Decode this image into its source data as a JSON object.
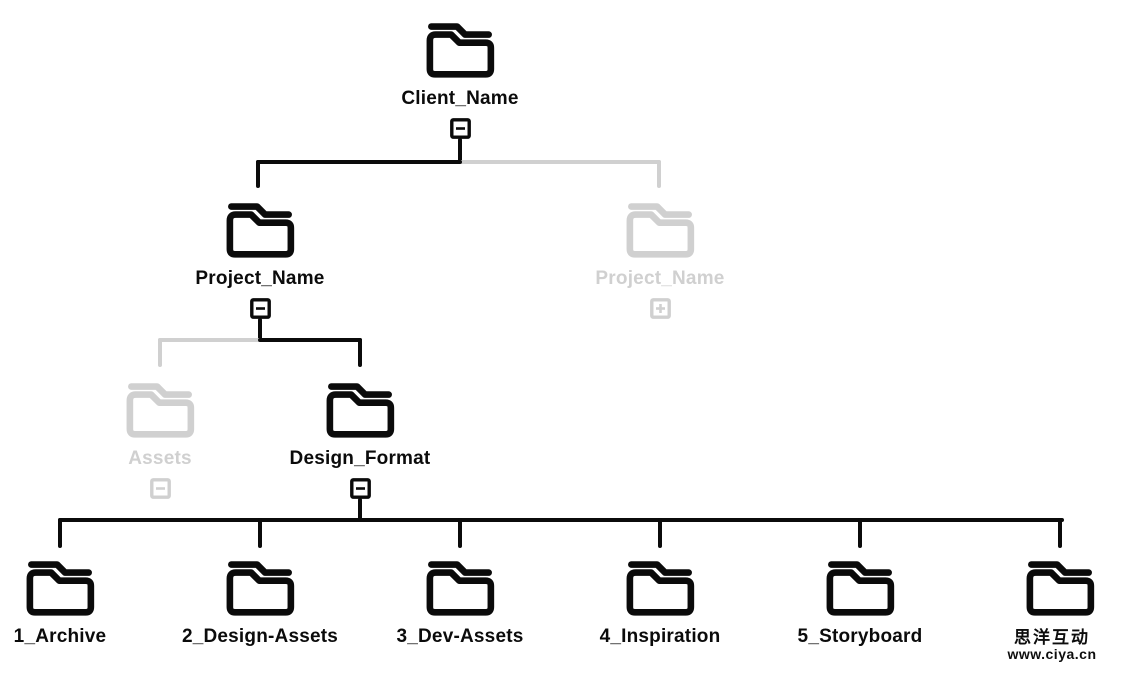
{
  "palette": {
    "background": "#ffffff",
    "ink": "#0b0b0b",
    "dimmed": "#d0d0d0"
  },
  "diagram": {
    "type": "folder-structure-tree",
    "nodes": {
      "client": {
        "label": "Client_Name",
        "toggle": "minus",
        "dimmed": false
      },
      "project_open": {
        "label": "Project_Name",
        "toggle": "minus",
        "dimmed": false
      },
      "project_collapsed": {
        "label": "Project_Name",
        "toggle": "plus",
        "dimmed": true
      },
      "assets": {
        "label": "Assets",
        "toggle": "minus",
        "dimmed": true
      },
      "design_format": {
        "label": "Design_Format",
        "toggle": "minus",
        "dimmed": false
      },
      "subfolders": [
        {
          "label": "1_Archive"
        },
        {
          "label": "2_Design-Assets"
        },
        {
          "label": "3_Dev-Assets"
        },
        {
          "label": "4_Inspiration"
        },
        {
          "label": "5_Storyboard"
        },
        {
          "label": "",
          "label_obscured_by_watermark": true
        }
      ]
    }
  },
  "watermark": {
    "line1": "思洋互动",
    "line2": "www.ciya.cn"
  }
}
